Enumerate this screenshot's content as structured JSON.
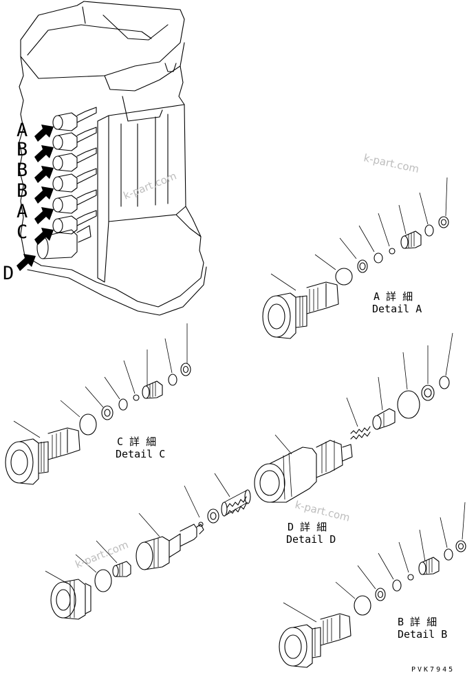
{
  "figure_code": "PVK7945",
  "watermark": "k-part.com",
  "side_letters": [
    "A",
    "B",
    "B",
    "B",
    "A",
    "C",
    "D"
  ],
  "details": {
    "a": {
      "jp": "A 詳 細",
      "en": "Detail A"
    },
    "b": {
      "jp": "B 詳 細",
      "en": "Detail B"
    },
    "c": {
      "jp": "C 詳 細",
      "en": "Detail C"
    },
    "d": {
      "jp": "D 詳 細",
      "en": "Detail D"
    }
  },
  "colors": {
    "ink": "#000000",
    "watermark": "#bdbdbd",
    "background": "#ffffff"
  }
}
